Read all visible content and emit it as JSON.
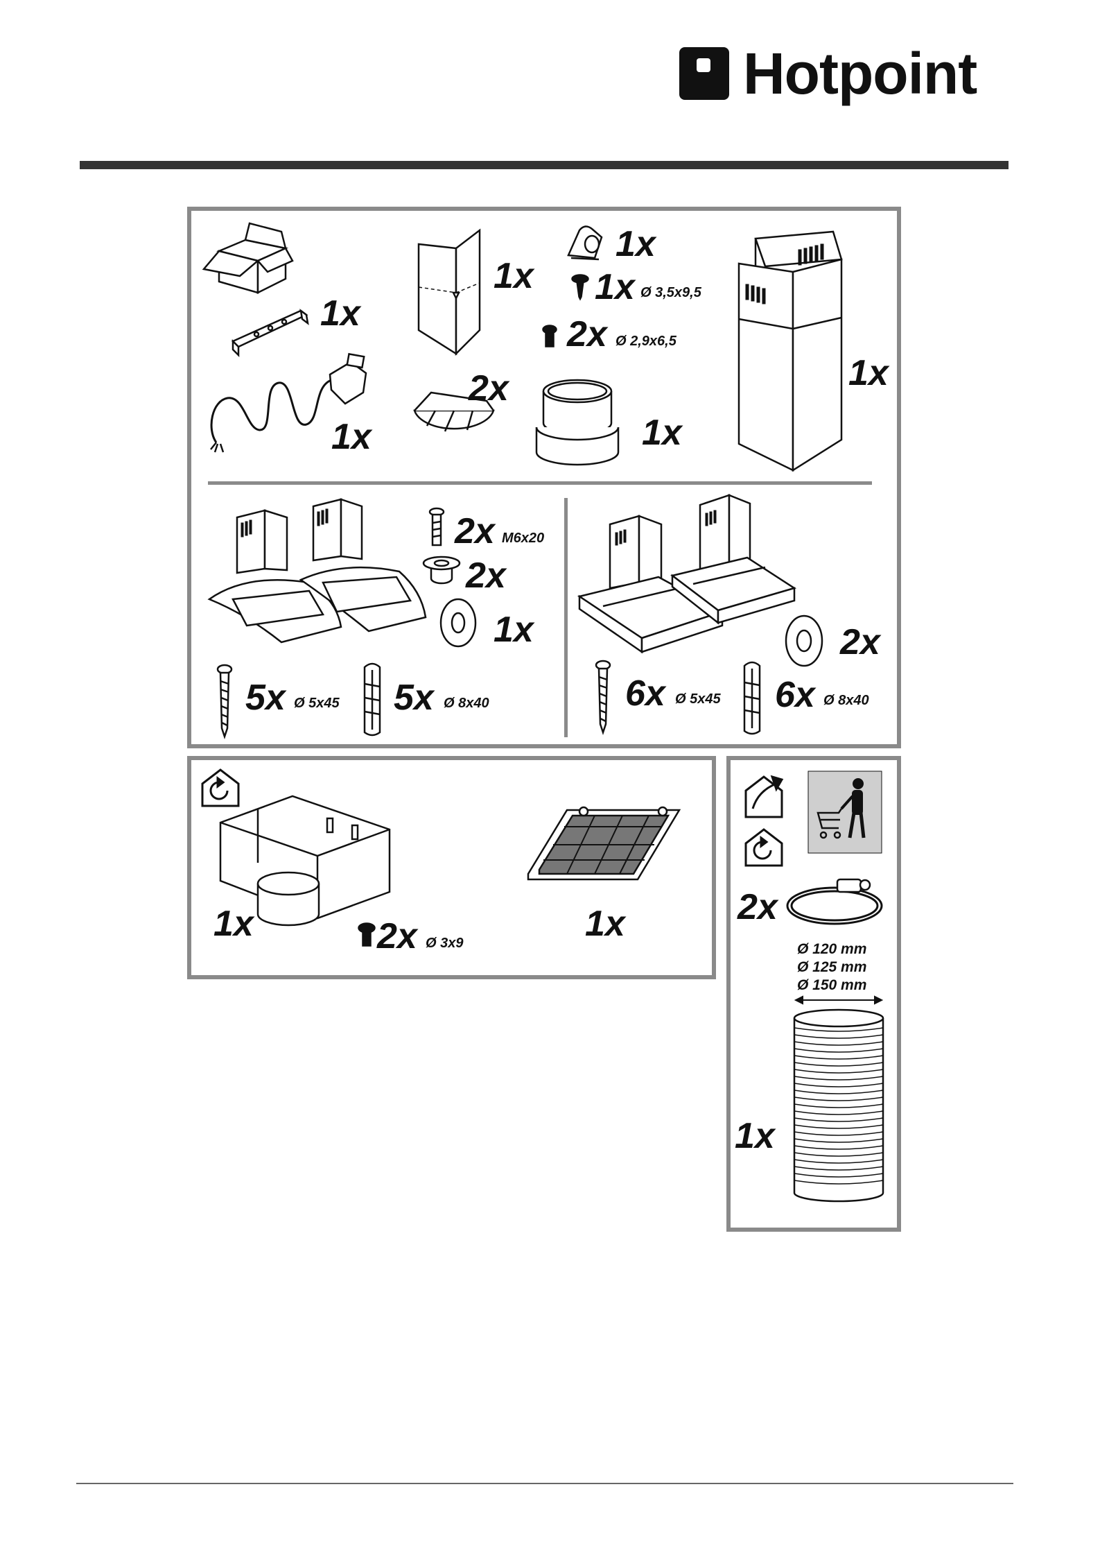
{
  "brand": {
    "name": "Hotpoint"
  },
  "contents": {
    "carton": {
      "icon": "open-box-icon"
    },
    "bracket": {
      "qty": "1x"
    },
    "power_cord": {
      "qty": "1x"
    },
    "deflector": {
      "qty": "1x"
    },
    "clip": {
      "qty": "1x"
    },
    "screw_35": {
      "qty": "1x",
      "spec": "Ø 3,5x9,5"
    },
    "screw_29": {
      "qty": "2x",
      "spec": "Ø 2,9x6,5"
    },
    "valves": {
      "qty": "2x"
    },
    "adapter": {
      "qty": "1x"
    },
    "chimney": {
      "qty": "1x"
    },
    "screw_m6": {
      "qty": "2x",
      "spec": "M6x20"
    },
    "bushing": {
      "qty": "2x"
    },
    "washer_left": {
      "qty": "1x"
    },
    "screw_5_left": {
      "qty": "5x",
      "spec": "Ø 5x45"
    },
    "plug_left": {
      "qty": "5x",
      "spec": "Ø 8x40"
    },
    "washer_right": {
      "qty": "2x"
    },
    "screw_5_right": {
      "qty": "6x",
      "spec": "Ø 5x45"
    },
    "plug_right": {
      "qty": "6x",
      "spec": "Ø 8x40"
    }
  },
  "recirculation": {
    "mode_icon": "recirculation-house-icon",
    "deflector_box": {
      "qty": "1x"
    },
    "screw": {
      "qty": "2x",
      "spec": "Ø 3x9"
    },
    "filter": {
      "qty": "1x"
    }
  },
  "ducting": {
    "icons": [
      "extraction-house-icon",
      "recirculation-house-icon",
      "shopping-trolley-icon"
    ],
    "clamp": {
      "qty": "2x"
    },
    "diameters": [
      "Ø 120 mm",
      "Ø 125 mm",
      "Ø 150 mm"
    ],
    "hose": {
      "qty": "1x"
    }
  }
}
